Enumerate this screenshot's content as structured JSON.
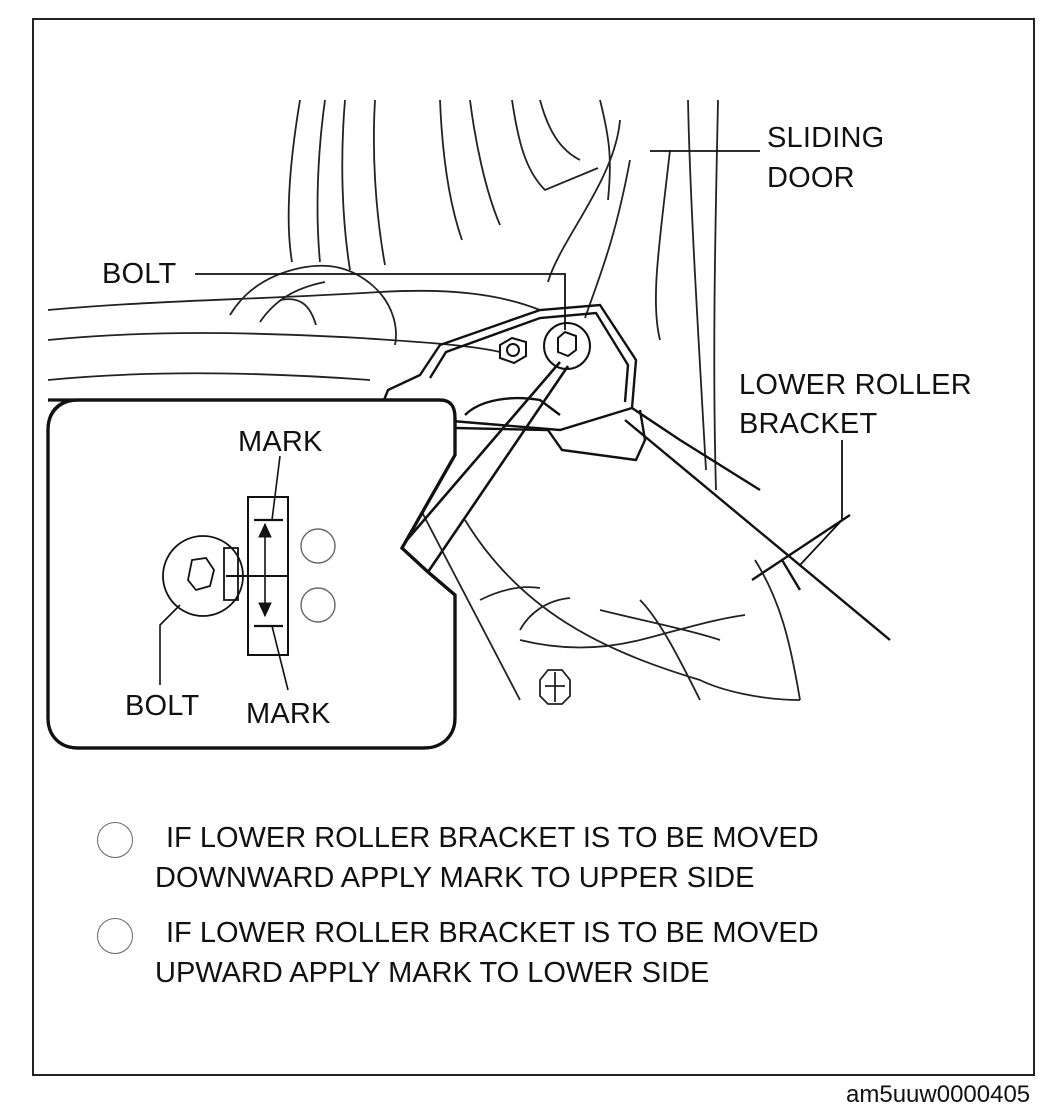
{
  "callouts": {
    "sliding_door": [
      "SLIDING",
      "DOOR"
    ],
    "bolt_main": "BOLT",
    "lower_roller_bracket": [
      "LOWER ROLLER",
      "BRACKET"
    ],
    "inset_mark_top": "MARK",
    "inset_bolt": "BOLT",
    "inset_mark_bottom": "MARK"
  },
  "notes": [
    {
      "line1": "IF LOWER ROLLER BRACKET IS TO BE MOVED",
      "line2": "DOWNWARD  APPLY MARK TO UPPER SIDE"
    },
    {
      "line1": "IF LOWER ROLLER BRACKET IS TO BE MOVED",
      "line2": "UPWARD  APPLY MARK TO LOWER SIDE"
    }
  ],
  "figure_id": "am5uuw0000405"
}
